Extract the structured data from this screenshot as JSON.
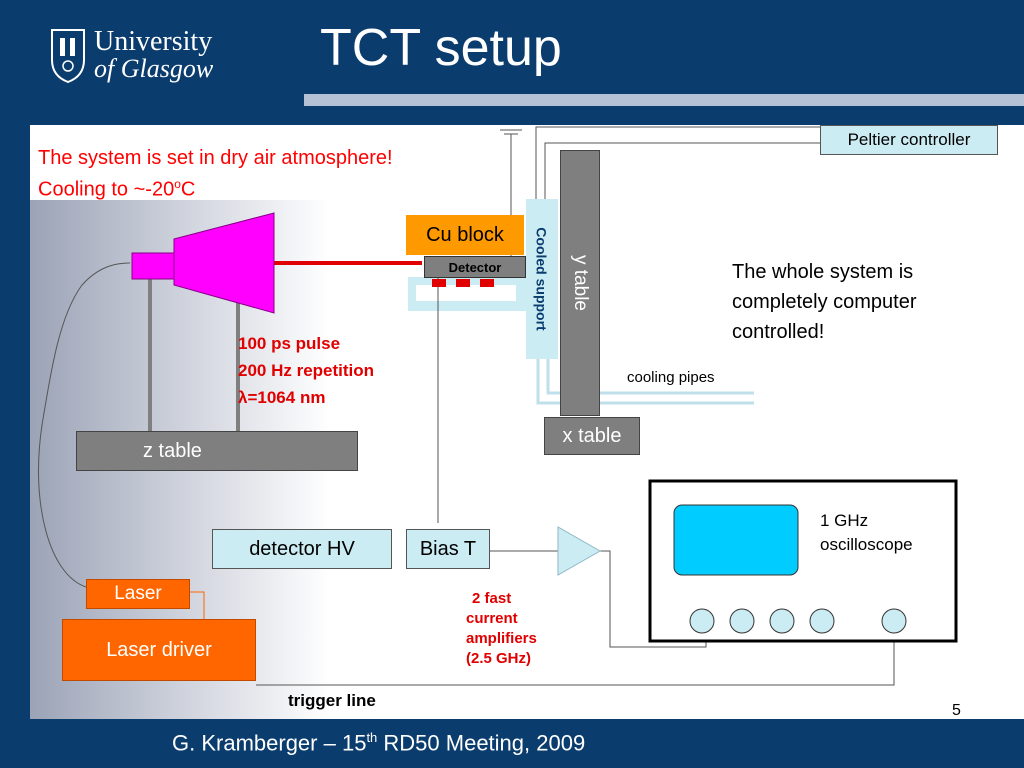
{
  "header": {
    "title": "TCT setup",
    "logo_text_line1": "University",
    "logo_text_line2": "of Glasgow"
  },
  "notes": {
    "atmosphere_line1": "The system is set in dry air atmosphere!",
    "atmosphere_line2_prefix": "Cooling to ~-20",
    "atmosphere_line2_sup": "o",
    "atmosphere_line2_suffix": "C",
    "computer_line1": "The whole system is",
    "computer_line2": "completely computer",
    "computer_line3": "controlled!",
    "pulse_line1": "100 ps pulse",
    "pulse_line2": "200 Hz repetition",
    "pulse_line3_symbol": "λ",
    "pulse_line3": "=1064 nm",
    "amp_line1": "2 fast",
    "amp_line2": "current",
    "amp_line3": "amplifiers",
    "amp_line4": "(2.5 GHz)",
    "cooling_pipes": "cooling pipes",
    "trigger_line": "trigger line",
    "osc_line1": "1 GHz",
    "osc_line2": "oscilloscope"
  },
  "components": {
    "peltier": "Peltier controller",
    "cu_block": "Cu block",
    "detector": "Detector",
    "cooled_support": "Cooled support",
    "y_table": "y table",
    "x_table": "x table",
    "z_table": "z table",
    "detector_hv": "detector HV",
    "bias_t": "Bias T",
    "laser": "Laser",
    "laser_driver": "Laser driver"
  },
  "colors": {
    "background": "#0a3c6e",
    "accent_red": "#ff0000",
    "laser_orange": "#ff6600",
    "cu_orange": "#ff9900",
    "magenta": "#ff00ff",
    "light_blue": "#ccecf4",
    "cyan_screen": "#00ccff",
    "gray_table": "#7f7f7f"
  },
  "footer": {
    "text_prefix": "G. Kramberger – 15",
    "text_sup": "th",
    "text_suffix": " RD50 Meeting, 2009",
    "page": "5"
  }
}
